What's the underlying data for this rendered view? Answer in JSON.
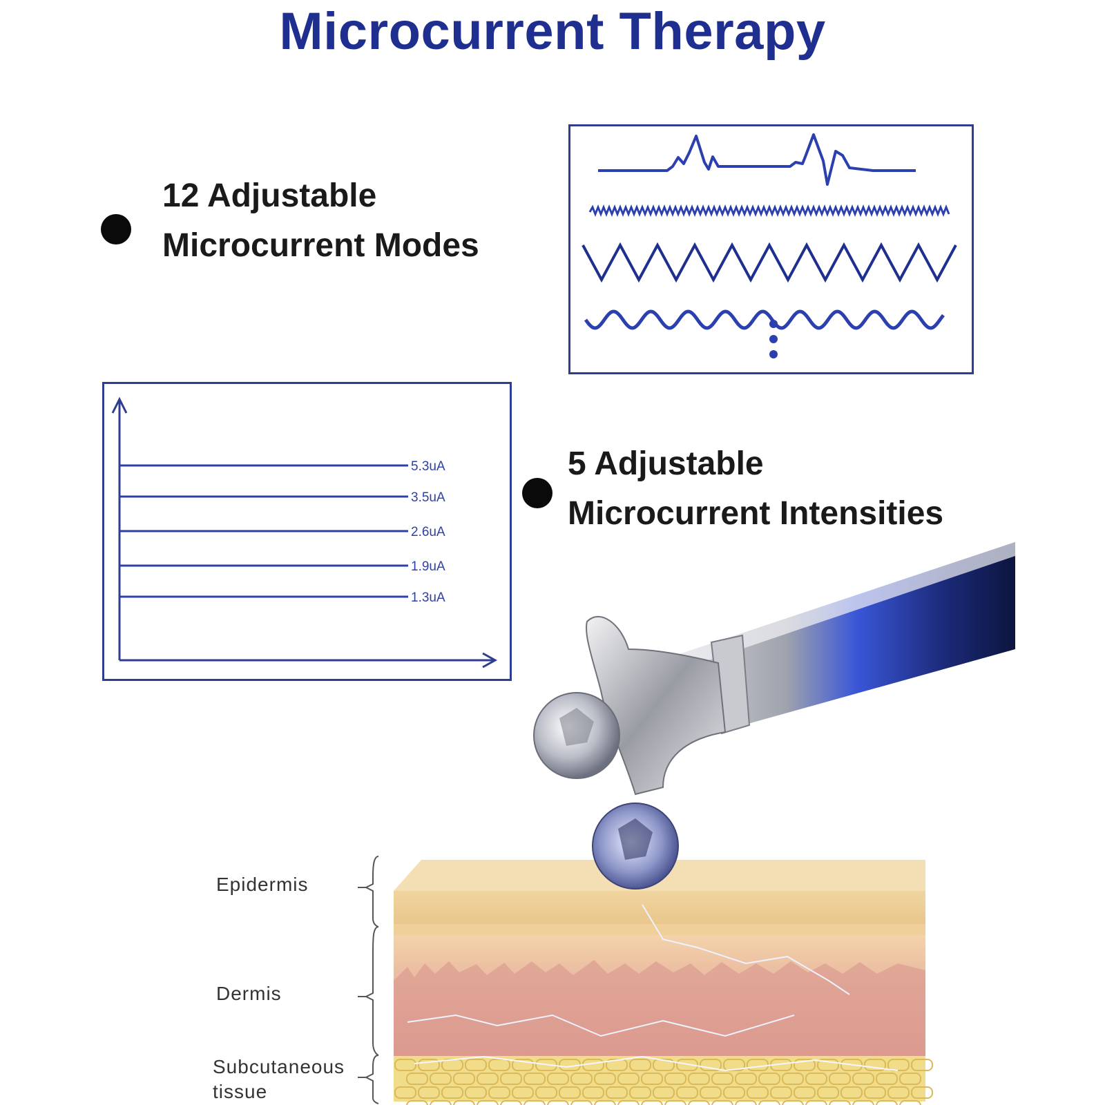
{
  "title": "Microcurrent Therapy",
  "features": [
    {
      "line1": "12 Adjustable",
      "line2": "Microcurrent Modes"
    },
    {
      "line1": "5 Adjustable",
      "line2": "Microcurrent Intensities"
    }
  ],
  "intensity_levels": [
    "5.3uA",
    "3.5uA",
    "2.6uA",
    "1.9uA",
    "1.3uA"
  ],
  "skin_layers": {
    "epidermis": "Epidermis",
    "dermis": "Dermis",
    "subcutaneous_1": "Subcutaneous",
    "subcutaneous_2": "tissue"
  },
  "colors": {
    "title": "#1e2f8f",
    "accent_blue": "#2e40a8",
    "panel_border": "#2d3d92"
  },
  "icons": [
    "waveform-icon",
    "roller-device-icon",
    "skin-cross-section-icon"
  ]
}
